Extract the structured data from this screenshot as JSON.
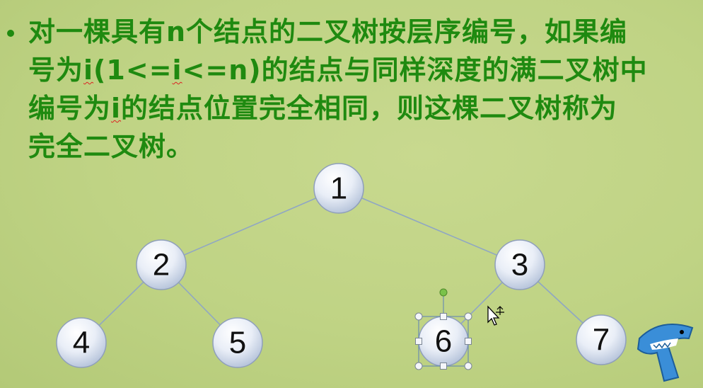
{
  "paragraph": {
    "line1": "对一棵具有n个结点的二叉树按层序编号，如果编",
    "line2_a": "号为",
    "line2_i1": "i",
    "line2_b": "(1<=",
    "line2_i2": "i",
    "line2_c": "<=n)的结点与同样深度的满二叉树中",
    "line3_a": "编号为",
    "line3_i": "i",
    "line3_b": "的结点位置完全相同，则这棵二叉树称为",
    "line4": "完全二叉树。"
  },
  "tree": {
    "nodes": [
      {
        "id": "1",
        "label": "1"
      },
      {
        "id": "2",
        "label": "2"
      },
      {
        "id": "3",
        "label": "3"
      },
      {
        "id": "4",
        "label": "4"
      },
      {
        "id": "5",
        "label": "5"
      },
      {
        "id": "6",
        "label": "6",
        "selected": true
      },
      {
        "id": "7",
        "label": "7"
      }
    ],
    "edges": [
      [
        "1",
        "2"
      ],
      [
        "1",
        "3"
      ],
      [
        "2",
        "4"
      ],
      [
        "2",
        "5"
      ],
      [
        "3",
        "6"
      ],
      [
        "3",
        "7"
      ]
    ]
  },
  "colors": {
    "text": "#1f8a10",
    "edge": "#8fa6c4",
    "selection": "#5a7fb8",
    "rotate_handle": "#7ac24a"
  },
  "icons": {
    "cursor": "move-cursor-icon",
    "mascot": "shark-mascot-icon"
  }
}
